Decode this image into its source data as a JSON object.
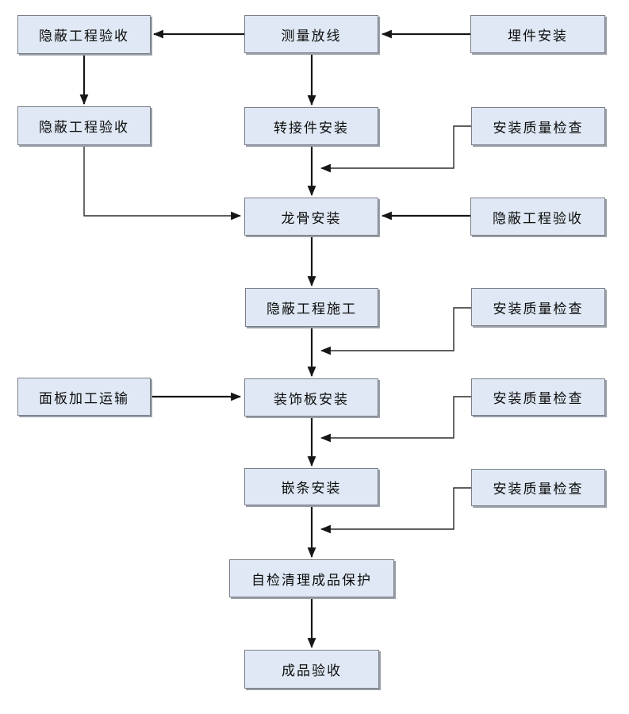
{
  "diagram": {
    "type": "flowchart",
    "background": "#ffffff",
    "colors": {
      "box_fill": "#dfe8f4",
      "box_border": "#7b7f87",
      "box_shadow": "#9aa0a8",
      "arrow_line": "#161616",
      "elbow_line": "#2b2b2b",
      "text": "#0d0d0d"
    },
    "nodes": [
      {
        "id": "concealed-acceptance-1",
        "label": "隐蔽工程验收"
      },
      {
        "id": "measure-layout",
        "label": "测量放线"
      },
      {
        "id": "embed-install",
        "label": "埋件安装"
      },
      {
        "id": "concealed-acceptance-2",
        "label": "隐蔽工程验收"
      },
      {
        "id": "adapter-install",
        "label": "转接件安装"
      },
      {
        "id": "quality-check-1",
        "label": "安装质量检查"
      },
      {
        "id": "keel-install",
        "label": "龙骨安装"
      },
      {
        "id": "concealed-acceptance-3",
        "label": "隐蔽工程验收"
      },
      {
        "id": "concealed-construction",
        "label": "隐蔽工程施工"
      },
      {
        "id": "quality-check-2",
        "label": "安装质量检查"
      },
      {
        "id": "panel-processing",
        "label": "面板加工运输"
      },
      {
        "id": "decorative-panel-install",
        "label": "装饰板安装"
      },
      {
        "id": "quality-check-3",
        "label": "安装质量检查"
      },
      {
        "id": "trim-install",
        "label": "嵌条安装"
      },
      {
        "id": "quality-check-4",
        "label": "安装质量检查"
      },
      {
        "id": "self-check-protection",
        "label": "自检清理成品保护"
      },
      {
        "id": "final-acceptance",
        "label": "成品验收"
      }
    ],
    "edges": [
      {
        "from": "embed-install",
        "to": "measure-layout"
      },
      {
        "from": "measure-layout",
        "to": "concealed-acceptance-1"
      },
      {
        "from": "concealed-acceptance-1",
        "to": "concealed-acceptance-2"
      },
      {
        "from": "measure-layout",
        "to": "adapter-install"
      },
      {
        "from": "adapter-install",
        "to": "keel-install"
      },
      {
        "from": "quality-check-1",
        "to": "adapter-install→keel-install",
        "style": "elbow"
      },
      {
        "from": "concealed-acceptance-2",
        "to": "keel-install",
        "style": "elbow"
      },
      {
        "from": "concealed-acceptance-3",
        "to": "keel-install"
      },
      {
        "from": "keel-install",
        "to": "concealed-construction"
      },
      {
        "from": "concealed-construction",
        "to": "decorative-panel-install"
      },
      {
        "from": "quality-check-2",
        "to": "concealed-construction→decorative-panel-install",
        "style": "elbow"
      },
      {
        "from": "panel-processing",
        "to": "decorative-panel-install"
      },
      {
        "from": "decorative-panel-install",
        "to": "trim-install"
      },
      {
        "from": "quality-check-3",
        "to": "decorative-panel-install→trim-install",
        "style": "elbow"
      },
      {
        "from": "trim-install",
        "to": "self-check-protection"
      },
      {
        "from": "quality-check-4",
        "to": "trim-install→self-check-protection",
        "style": "elbow"
      },
      {
        "from": "self-check-protection",
        "to": "final-acceptance"
      }
    ]
  }
}
